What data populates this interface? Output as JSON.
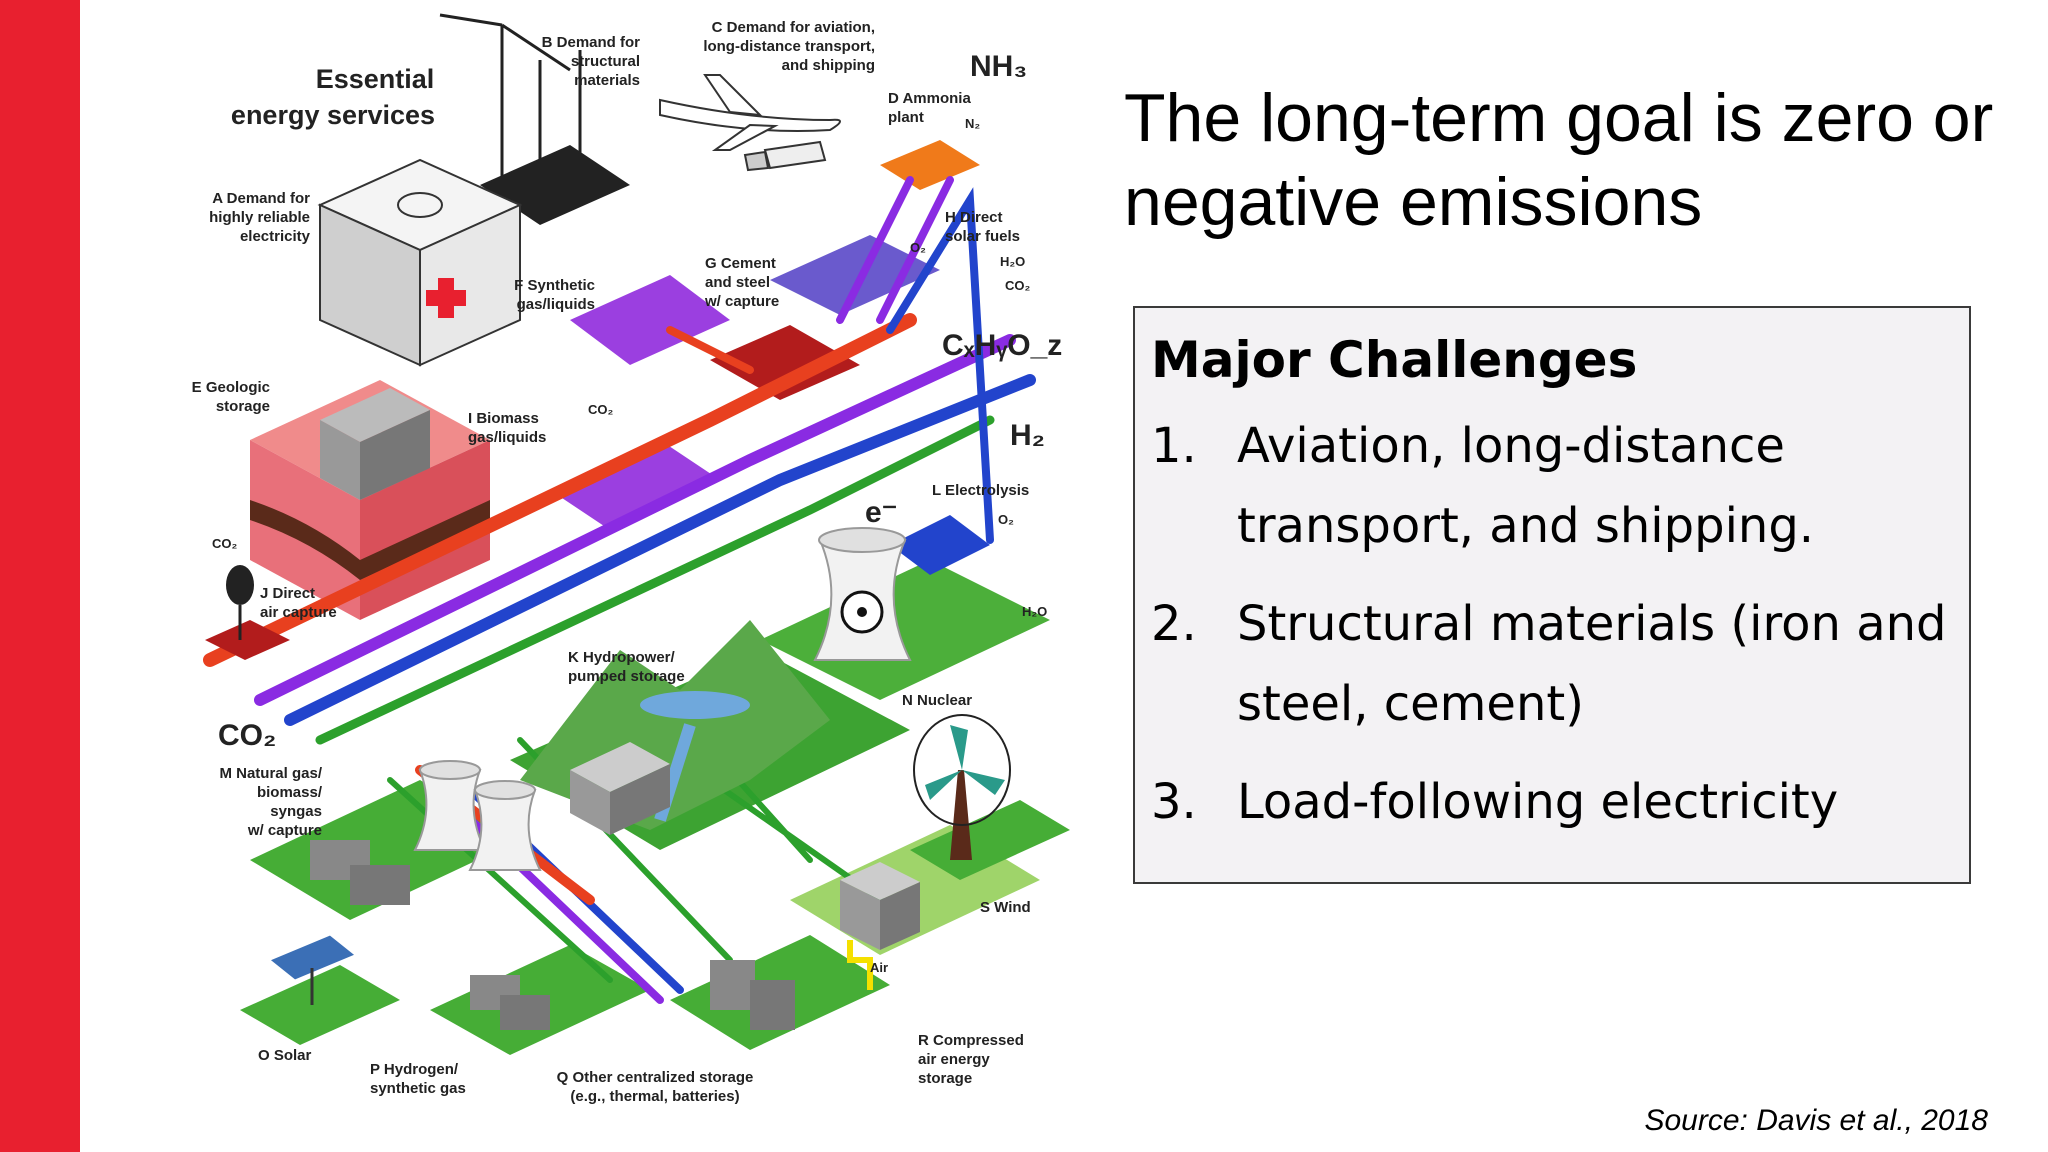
{
  "slide": {
    "title": "The long-term goal is zero or negative emissions",
    "accent_color": "#e8202f",
    "challenges": {
      "heading": "Major Challenges",
      "items": [
        {
          "number": "1.",
          "text": "Aviation, long-distance transport, and shipping."
        },
        {
          "number": "2.",
          "text": "Structural materials (iron and steel, cement)"
        },
        {
          "number": "3.",
          "text": "Load-following electricity"
        }
      ]
    },
    "source": "Source: Davis et al., 2018"
  },
  "figure": {
    "heading": [
      "Essential",
      "energy services"
    ],
    "labels": {
      "A": [
        "A Demand for",
        "highly reliable",
        "electricity"
      ],
      "B": [
        "B Demand for",
        "structural",
        "materials"
      ],
      "C": [
        "C Demand for aviation,",
        "long-distance transport,",
        "and shipping"
      ],
      "D": [
        "D Ammonia",
        "plant"
      ],
      "E": [
        "E Geologic",
        "storage"
      ],
      "F": [
        "F Synthetic",
        "gas/liquids"
      ],
      "G": [
        "G Cement",
        "and steel",
        "w/ capture"
      ],
      "H": [
        "H Direct",
        "solar fuels"
      ],
      "I": [
        "I Biomass",
        "gas/liquids"
      ],
      "J": [
        "J Direct",
        "air capture"
      ],
      "K": [
        "K Hydropower/",
        "pumped storage"
      ],
      "L": [
        "L Electrolysis"
      ],
      "M": [
        "M Natural gas/",
        "biomass/",
        "syngas",
        "w/ capture"
      ],
      "N": [
        "N Nuclear"
      ],
      "O": [
        "O Solar"
      ],
      "P": [
        "P Hydrogen/",
        "synthetic gas"
      ],
      "Q": [
        "Q Other centralized storage",
        "(e.g., thermal, batteries)"
      ],
      "R": [
        "R Compressed",
        "air energy",
        "storage"
      ],
      "S": [
        "S Wind"
      ]
    },
    "carriers": {
      "nh3": "NH₃",
      "cxhyoz": "CₓHᵧO_z",
      "h2": "H₂",
      "electron": "e⁻",
      "co2": "CO₂"
    },
    "small_tags": {
      "n2": "N₂",
      "o2": "O₂",
      "h2o": "H₂O",
      "co2": "CO₂",
      "air": "Air"
    },
    "colors": {
      "co2": "#e8401f",
      "h2": "#2244cc",
      "hydrocarbon": "#8a2be2",
      "electricity": "#2ca02c",
      "nh3": "#e8401f"
    }
  }
}
